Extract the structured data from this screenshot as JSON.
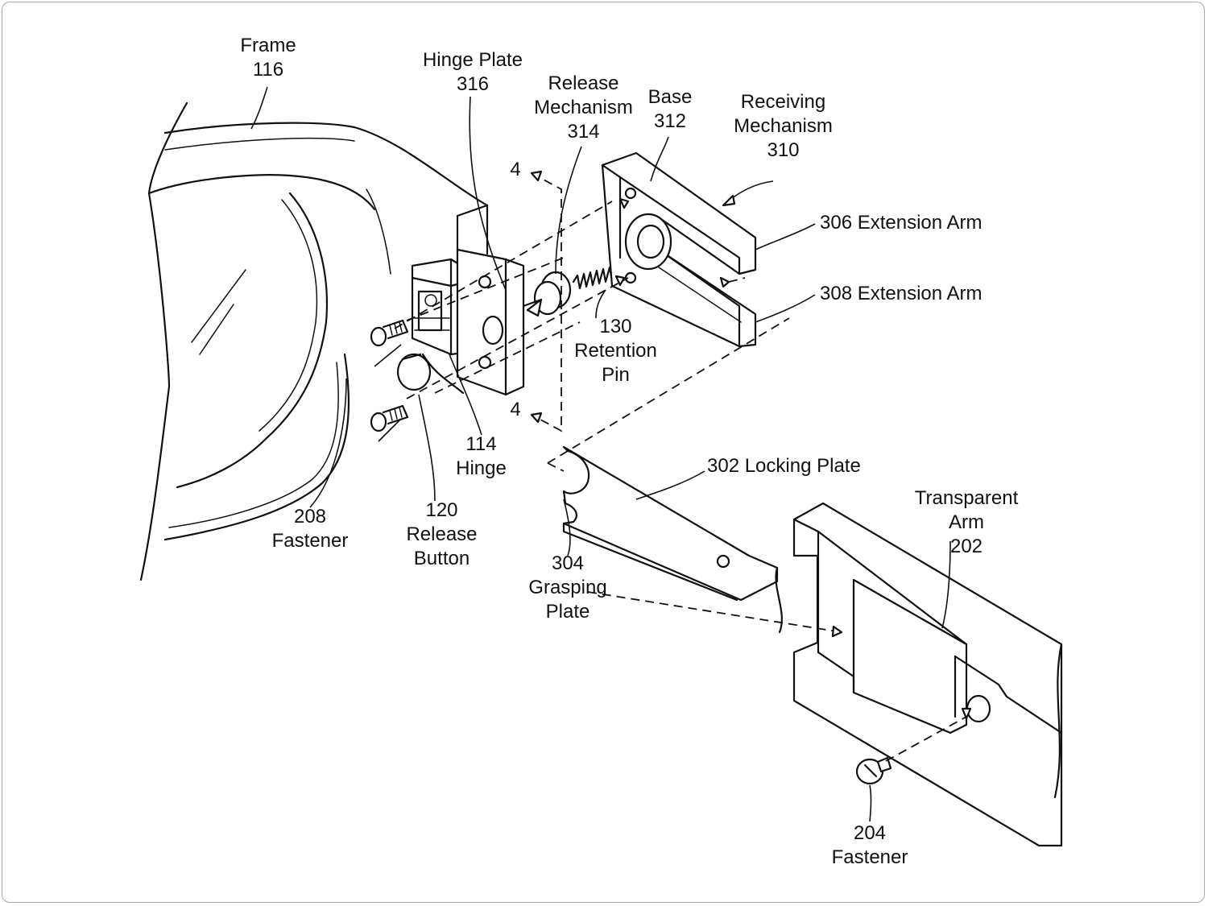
{
  "labels": {
    "frame": {
      "name": "Frame",
      "num": "116"
    },
    "hinge_plate": {
      "name": "Hinge Plate",
      "num": "316"
    },
    "release_mechanism": {
      "line1": "Release",
      "line2": "Mechanism",
      "num": "314"
    },
    "base": {
      "name": "Base",
      "num": "312"
    },
    "receiving_mechanism": {
      "line1": "Receiving",
      "line2": "Mechanism",
      "num": "310"
    },
    "ext_arm_306": "306 Extension Arm",
    "ext_arm_308": "308 Extension Arm",
    "retention_pin": {
      "num": "130",
      "line1": "Retention",
      "line2": "Pin"
    },
    "section_top": "4",
    "section_bottom": "4",
    "hinge": {
      "num": "114",
      "name": "Hinge"
    },
    "fastener_208": {
      "num": "208",
      "name": "Fastener"
    },
    "release_button": {
      "num": "120",
      "line1": "Release",
      "line2": "Button"
    },
    "locking_plate": "302 Locking Plate",
    "grasping_plate": {
      "num": "304",
      "line1": "Grasping",
      "line2": "Plate"
    },
    "transparent_arm": {
      "line1": "Transparent",
      "line2": "Arm",
      "num": "202"
    },
    "fastener_204": {
      "num": "204",
      "name": "Fastener"
    }
  }
}
